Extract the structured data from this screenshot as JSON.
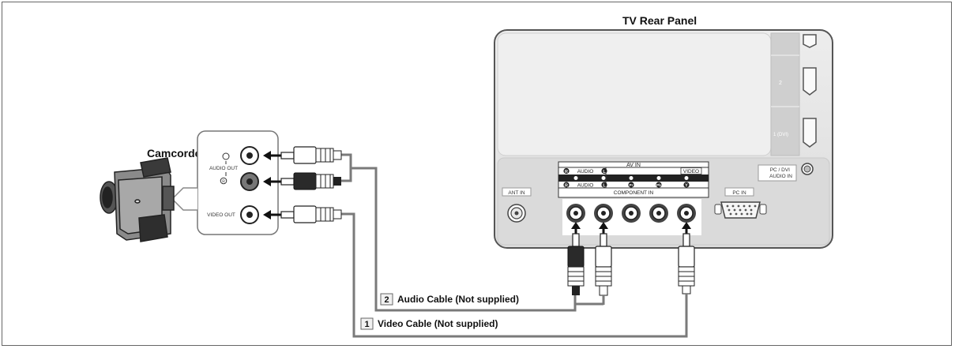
{
  "title": "TV Rear Panel",
  "camcorder": {
    "label": "Camcorder",
    "audio_out_label": "AUDIO OUT",
    "video_out_label": "VIDEO OUT",
    "port_mark": "R"
  },
  "tv_panel": {
    "av_in_label": "AV IN",
    "audio_label": "AUDIO",
    "audio_r": "R",
    "audio_l": "L",
    "video_label": "VIDEO",
    "component_in_label": "COMPONENT IN",
    "pr_label": "Pr",
    "pb_label": "Pb",
    "y_label": "Y",
    "ant_in_label": "ANT IN",
    "pc_in_label": "PC IN",
    "pc_dvi_audio_in_label_1": "PC / DVI",
    "pc_dvi_audio_in_label_2": "AUDIO IN",
    "hdmi_2_label": "2",
    "hdmi_1_label": "1 (DVI)"
  },
  "cables": [
    {
      "number": "2",
      "label": "Audio Cable (Not supplied)"
    },
    {
      "number": "1",
      "label": "Video Cable (Not supplied)"
    }
  ],
  "colors": {
    "frame_border": "#666666",
    "panel_fill": "#e2e2e2",
    "panel_stroke": "#555555",
    "cable_line": "#7a7a7a",
    "plug_dark": "#222222",
    "plug_light": "#ffffff"
  }
}
